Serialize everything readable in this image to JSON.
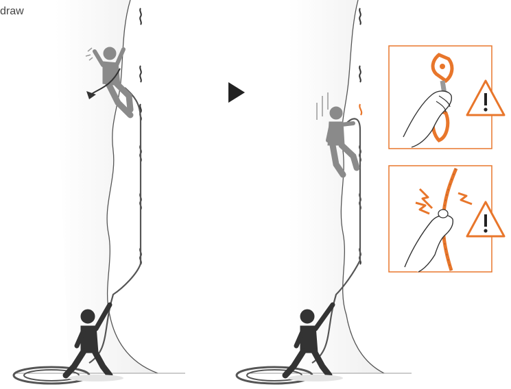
{
  "caption": "draw",
  "colors": {
    "accent_orange": "#E8762B",
    "climber_grey": "#8A8A8A",
    "belayer_dark": "#333333",
    "wall_line": "#555555",
    "wall_fill": "#F2F2F2",
    "rope_grey": "#777777",
    "background": "#FFFFFF"
  },
  "icons": {
    "next_step": "play-arrow-icon",
    "warning": "warning-triangle-icon",
    "impact": "lightning-bolt-icon"
  },
  "panels": {
    "before": "climber-fall-top-quickdraw",
    "after": "climber-fall-unclipped",
    "detail_top": "carabiner-misuse-detail",
    "detail_bottom": "rope-friction-detail"
  }
}
